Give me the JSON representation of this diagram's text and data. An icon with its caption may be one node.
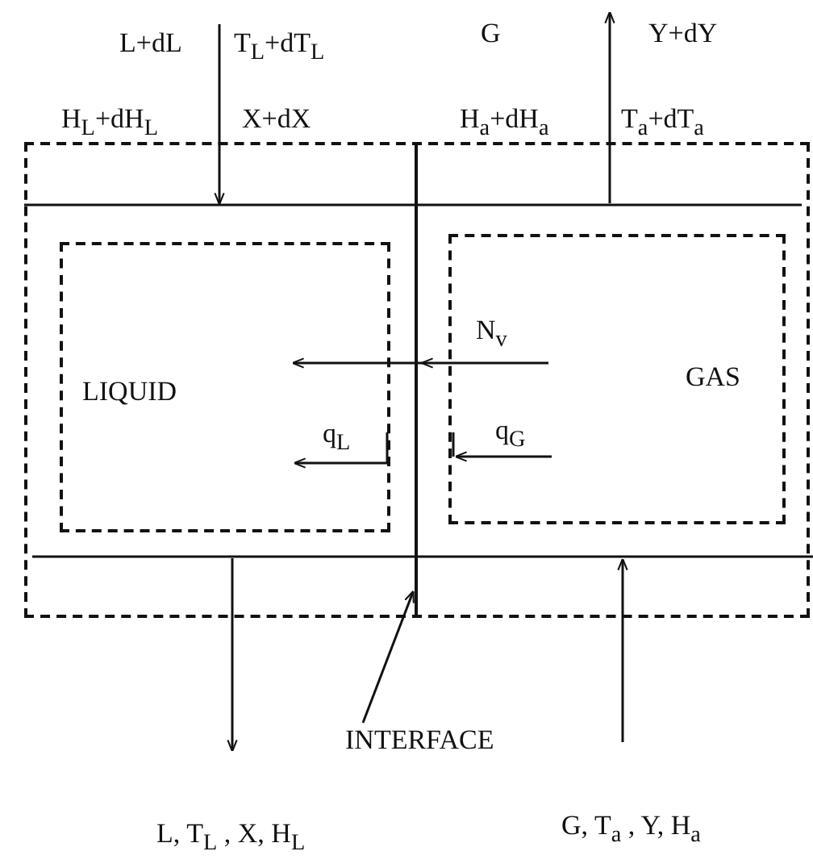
{
  "diagram": {
    "nodes": [
      {
        "text": [],
        "shape": "box"
      },
      {
        "text": [
          "LIQUID"
        ],
        "in": 0
      },
      {
        "text": [
          "GAS"
        ],
        "in": 0
      },
      {
        "text": [
          "INTERFACE"
        ]
      },
      {
        "text": [],
        "shape": "line",
        "in": 0
      }
    ],
    "edges": [
      {
        "from": 3,
        "to": 4,
        "arrow": "to"
      },
      {
        "from": 2,
        "to": 1,
        "arrow": "to",
        "label": "N$_{v}$"
      }
    ],
    "labels": [
      "L+dL",
      "T$_{L}$+dT$_{L}$",
      "G",
      "Y+dY",
      "H$_{L}$+dH$_{L}$",
      "X+dX",
      "H$_{a}$+dH$_{a}$",
      "T$_{a}$+dT$_{a}$",
      "q$_{L}$",
      "q$_{G}$",
      "L, T$_{L}$ , X, H$_{L}$",
      "G, T$_{a}$ , Y, H$_{a}$"
    ]
  }
}
